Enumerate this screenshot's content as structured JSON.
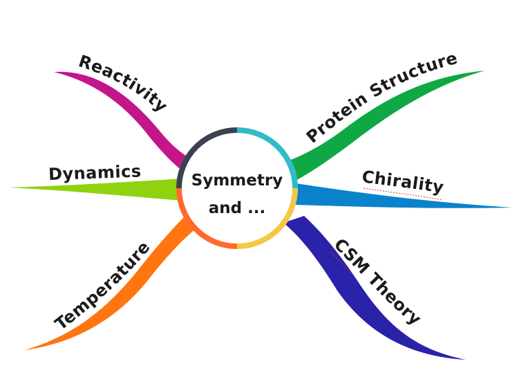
{
  "mindmap": {
    "center": {
      "line1": "Symmetry",
      "line2": "and ..."
    },
    "branches": [
      {
        "id": "reactivity",
        "label": "Reactivity",
        "color": "#c2168a"
      },
      {
        "id": "dynamics",
        "label": "Dynamics",
        "color": "#8fd20f"
      },
      {
        "id": "temperature",
        "label": "Temperature",
        "color": "#ff7510"
      },
      {
        "id": "protein-structure",
        "label": "Protein Structure",
        "color": "#0fa845"
      },
      {
        "id": "chirality",
        "label": "Chirality",
        "color": "#0a82cc"
      },
      {
        "id": "csm-theory",
        "label": "CSM Theory",
        "color": "#2a22a8"
      }
    ],
    "ring_colors": {
      "top_left": "#3a4250",
      "top_right": "#2fbcc8",
      "bottom_right": "#f5c842",
      "bottom_left": "#ff6a2a"
    }
  }
}
